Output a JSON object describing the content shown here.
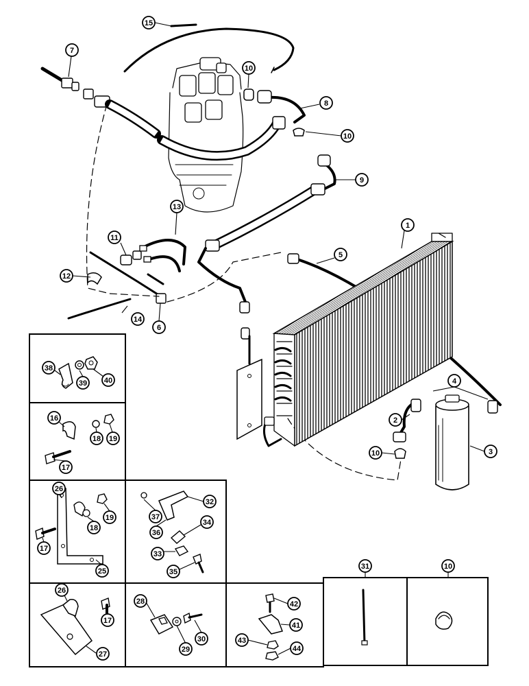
{
  "callouts": {
    "c15": "15",
    "c7": "7",
    "c10a": "10",
    "c8": "8",
    "c10b": "10",
    "c9": "9",
    "c13": "13",
    "c11": "11",
    "c1": "1",
    "c5": "5",
    "c12": "12",
    "c14": "14",
    "c6": "6",
    "c4": "4",
    "c2": "2",
    "c3": "3",
    "c10c": "10",
    "c38": "38",
    "c39": "39",
    "c40": "40",
    "c16": "16",
    "c18a": "18",
    "c19a": "19",
    "c17a": "17",
    "c26a": "26",
    "c18b": "18",
    "c19b": "19",
    "c17b": "17",
    "c25": "25",
    "c37": "37",
    "c32": "32",
    "c36": "36",
    "c34": "34",
    "c33": "33",
    "c35": "35",
    "c26b": "26",
    "c17c": "17",
    "c27": "27",
    "c28": "28",
    "c29": "29",
    "c30": "30",
    "c42": "42",
    "c41": "41",
    "c43": "43",
    "c44": "44",
    "c31": "31",
    "c10d": "10"
  }
}
